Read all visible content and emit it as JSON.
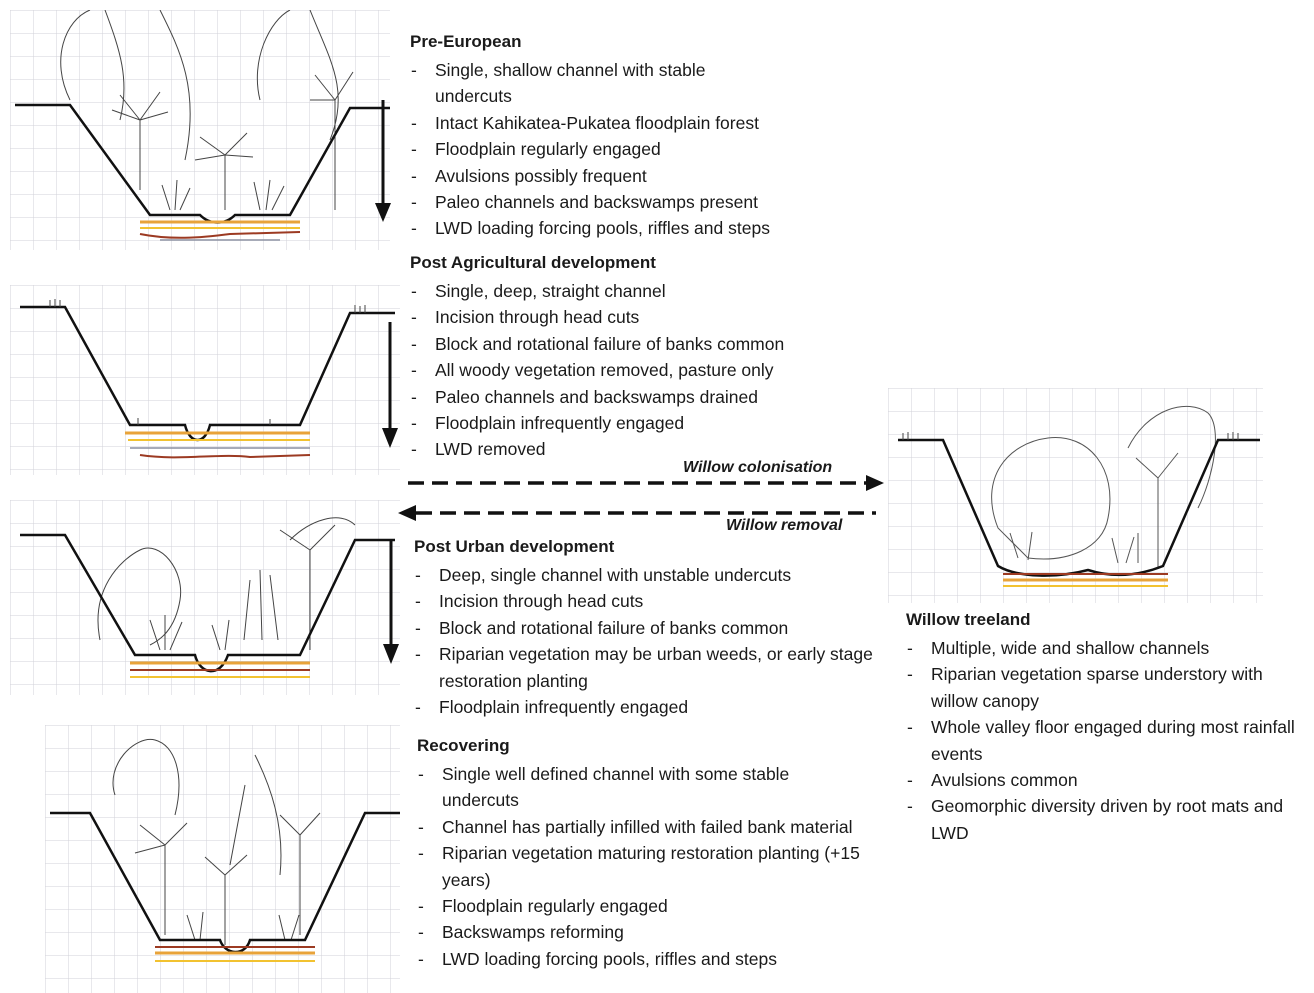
{
  "stages": [
    {
      "title": "Pre-European",
      "bullets": [
        "Single, shallow channel with stable undercuts",
        "Intact Kahikatea-Pukatea floodplain forest",
        "Floodplain regularly engaged",
        "Avulsions possibly frequent",
        "Paleo channels and backswamps present",
        "LWD loading forcing pools, riffles and steps"
      ]
    },
    {
      "title": "Post Agricultural development",
      "bullets": [
        "Single, deep, straight channel",
        "Incision through head cuts",
        "Block and rotational failure of banks common",
        "All woody vegetation removed, pasture only",
        "Paleo channels and backswamps drained",
        "Floodplain infrequently engaged",
        "LWD removed"
      ]
    },
    {
      "title": "Post Urban development",
      "bullets": [
        "Deep, single channel with unstable undercuts",
        "Incision through head cuts",
        "Block and rotational failure of banks common",
        "Riparian vegetation may be urban weeds, or early stage restoration planting",
        "Floodplain infrequently engaged"
      ]
    },
    {
      "title": "Recovering",
      "bullets": [
        "Single well defined channel with some stable undercuts",
        "Channel has partially infilled with failed bank material",
        "Riparian vegetation maturing restoration planting (+15 years)",
        "Floodplain regularly engaged",
        "Backswamps reforming",
        "LWD loading forcing pools, riffles and steps"
      ]
    },
    {
      "title": "Willow treeland",
      "bullets": [
        "Multiple, wide and shallow channels",
        "Riparian vegetation sparse understory with willow canopy",
        "Whole valley floor engaged during most rainfall events",
        "Avulsions common",
        "Geomorphic diversity driven by root mats and LWD"
      ]
    }
  ],
  "transitions": {
    "colonisation": "Willow colonisation",
    "removal": "Willow removal"
  },
  "colors": {
    "line": "#111111",
    "soil_orange": "#e8a33a",
    "soil_red": "#9c3a22",
    "soil_yellow": "#f2c230",
    "soil_grey": "#8a8fa0",
    "grid": "#cfcfd6"
  }
}
